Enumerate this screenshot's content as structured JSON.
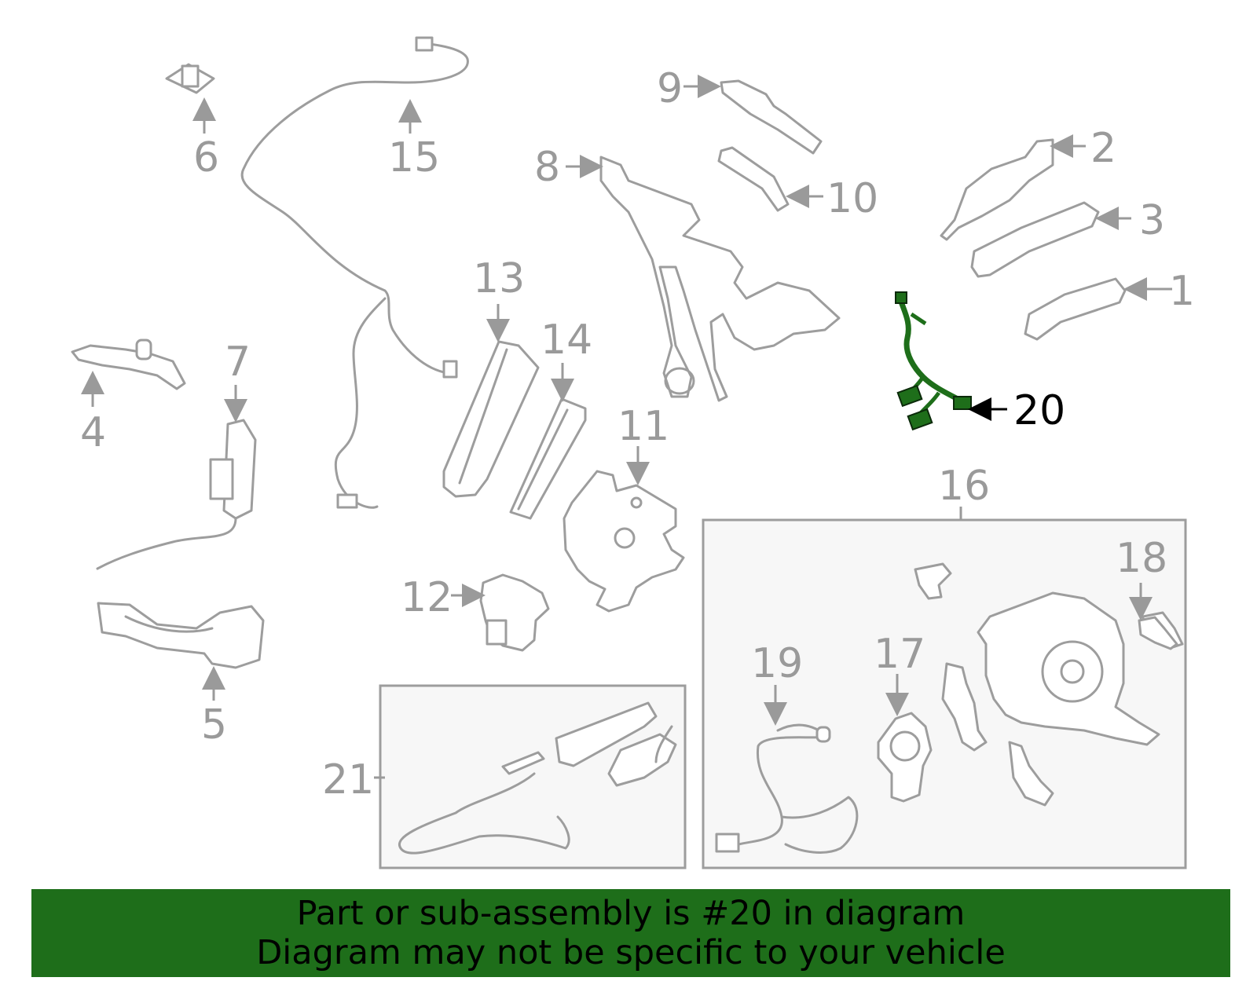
{
  "diagram": {
    "highlighted_part": "20",
    "callouts": [
      "1",
      "2",
      "3",
      "4",
      "5",
      "6",
      "7",
      "8",
      "9",
      "10",
      "11",
      "12",
      "13",
      "14",
      "15",
      "16",
      "17",
      "18",
      "19",
      "20",
      "21"
    ],
    "colors": {
      "highlight": "#1e6e1a",
      "part_line": "#9d9d9d",
      "label": "#9a9a9a",
      "box_fill": "#f7f7f7"
    }
  },
  "banner": {
    "line1": "Part or sub-assembly is #20 in diagram",
    "line2": "Diagram may not be specific to your vehicle",
    "background": "#1e6e1a"
  }
}
